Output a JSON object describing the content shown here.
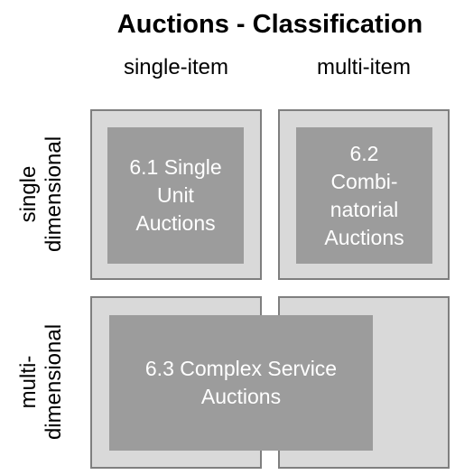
{
  "title": "Auctions - Classification",
  "columns": [
    "single-item",
    "multi-item"
  ],
  "rows": [
    "single\ndimensional",
    "multi-\ndimensional"
  ],
  "boxes": {
    "single_unit": "6.1 Single\nUnit\nAuctions",
    "combinatorial": "6.2\nCombi-\nnatorial\nAuctions",
    "complex_service": "6.3 Complex Service\nAuctions"
  },
  "colors": {
    "outer_fill": "#d9d9d9",
    "outer_border": "#7f7f7f",
    "inner_fill": "#9c9c9c",
    "inner_text": "#ffffff"
  }
}
